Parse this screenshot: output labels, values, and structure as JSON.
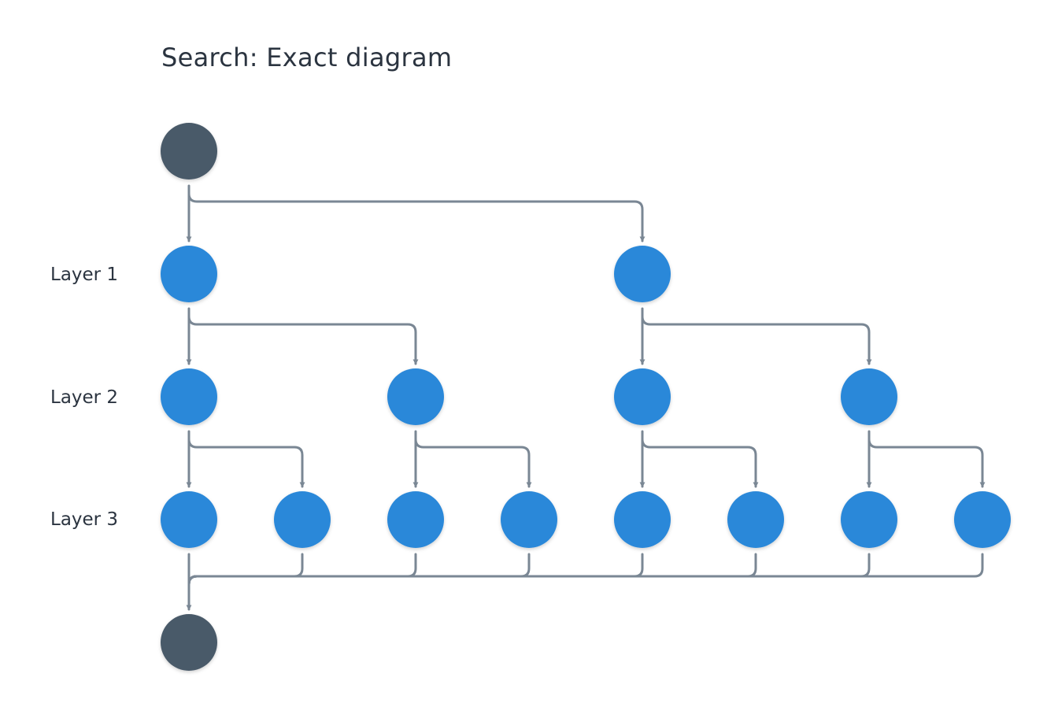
{
  "title": "Search: Exact diagram",
  "layers": [
    {
      "label": "Layer 1"
    },
    {
      "label": "Layer 2"
    },
    {
      "label": "Layer 3"
    }
  ],
  "colors": {
    "terminal_node": "#4a5a69",
    "search_node": "#2c88d9",
    "edge": "#7a8794",
    "text": "#2b3440"
  },
  "tree": {
    "root": "start",
    "sink": "end",
    "branching_factor": 2,
    "depth": 3
  }
}
